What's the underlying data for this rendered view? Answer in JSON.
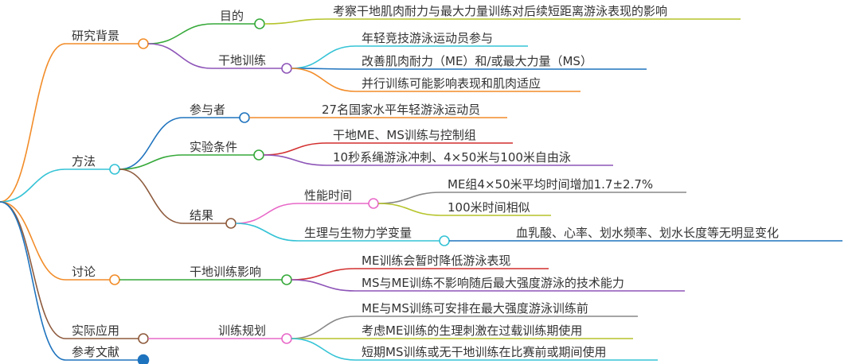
{
  "mindmap": {
    "branches": [
      {
        "label": "研究背景",
        "color": "#f28c28",
        "children": [
          {
            "label": "目的",
            "color": "#36a93a",
            "children": [
              {
                "label": "考察干地肌肉耐力与最大力量训练对后续短距离游泳表现的影响",
                "color": "#b5c42a"
              }
            ]
          },
          {
            "label": "干地训练",
            "color": "#8e55b8",
            "children": [
              {
                "label": "年轻竞技游泳运动员参与",
                "color": "#35c3d6"
              },
              {
                "label": "改善肌肉耐力（ME）和/或最大力量（MS）",
                "color": "#1e73be"
              },
              {
                "label": "并行训练可能影响表现和肌肉适应",
                "color": "#f28c28"
              }
            ]
          }
        ]
      },
      {
        "label": "方法",
        "color": "#35c3d6",
        "children": [
          {
            "label": "参与者",
            "color": "#1e73be",
            "children": [
              {
                "label": "27名国家水平年轻游泳运动员",
                "color": "#f28c28"
              }
            ]
          },
          {
            "label": "实验条件",
            "color": "#36a93a",
            "children": [
              {
                "label": "干地ME、MS训练与控制组",
                "color": "#d32f2f"
              },
              {
                "label": "10秒系绳游泳冲刺、4×50米与100米自由泳",
                "color": "#8e55b8"
              }
            ]
          },
          {
            "label": "结果",
            "color": "#8d5a3c",
            "children": [
              {
                "label": "性能时间",
                "color": "#e868c8",
                "children": [
                  {
                    "label": "ME组4×50米平均时间增加1.7±2.7%",
                    "color": "#888888"
                  },
                  {
                    "label": "100米时间相似",
                    "color": "#b5c42a"
                  }
                ]
              },
              {
                "label": "生理与生物力学变量",
                "color": "#35c3d6",
                "children": [
                  {
                    "label": "血乳酸、心率、划水频率、划水长度等无明显变化",
                    "color": "#1e73be"
                  }
                ]
              }
            ]
          }
        ]
      },
      {
        "label": "讨论",
        "color": "#f28c28",
        "children": [
          {
            "label": "干地训练影响",
            "color": "#36a93a",
            "children": [
              {
                "label": "ME训练会暂时降低游泳表现",
                "color": "#d32f2f"
              },
              {
                "label": "MS与ME训练不影响随后最大强度游泳的技术能力",
                "color": "#8e55b8"
              }
            ]
          }
        ]
      },
      {
        "label": "实际应用",
        "color": "#8d5a3c",
        "children": [
          {
            "label": "训练规划",
            "color": "#e868c8",
            "children": [
              {
                "label": "ME与MS训练可安排在最大强度游泳训练前",
                "color": "#888888"
              },
              {
                "label": "考虑ME训练的生理刺激在过载训练期使用",
                "color": "#b5c42a"
              },
              {
                "label": "短期MS训练或无干地训练在比赛前或期间使用",
                "color": "#35c3d6"
              }
            ]
          }
        ]
      },
      {
        "label": "参考文献",
        "color": "#1e73be",
        "children": []
      }
    ]
  }
}
